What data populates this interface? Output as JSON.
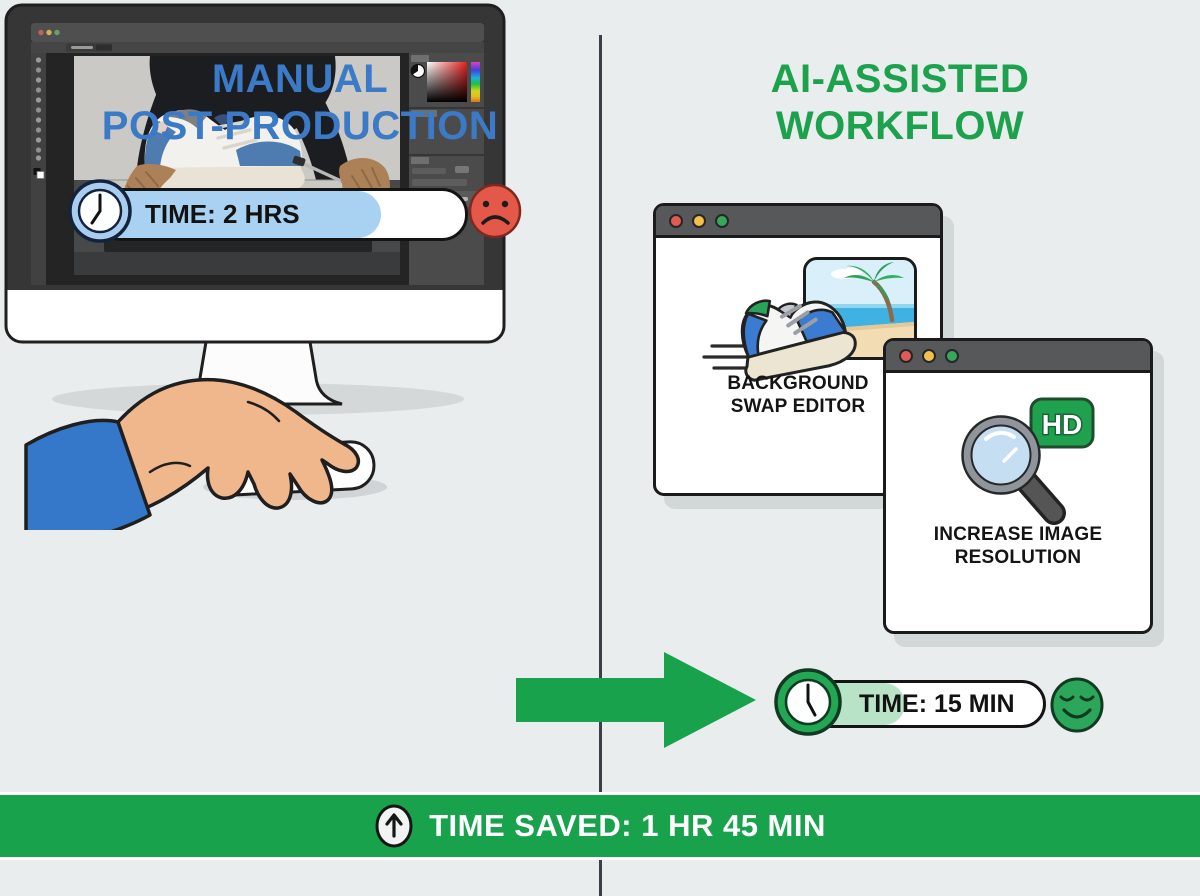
{
  "left": {
    "title_line1": "MANUAL",
    "title_line2": "POST-PRODUCTION",
    "title_color": "#3B7AC6",
    "time_pill": {
      "label": "TIME: 2 HRS",
      "fill_color": "#A9D1F1",
      "fill_percent": 78
    },
    "mood": "sad",
    "mood_color": "#E4584A",
    "icons": [
      "clock-icon",
      "sad-face-icon"
    ]
  },
  "right": {
    "title_line1": "AI-ASSISTED",
    "title_line2": "WORKFLOW",
    "title_color": "#1CA24D",
    "time_pill": {
      "label": "TIME: 15 MIN",
      "fill_color": "#B9E3C6",
      "fill_percent": 45
    },
    "mood": "happy",
    "mood_color": "#2BA65B",
    "window1": {
      "label_line1": "BACKGROUND",
      "label_line2": "SWAP EDITOR"
    },
    "window2": {
      "label_line1": "INCREASE IMAGE",
      "label_line2": "RESOLUTION",
      "badge": "HD"
    },
    "icons": [
      "clock-icon",
      "smiley-face-icon",
      "magnifier-icon",
      "hd-badge",
      "beach-thumbnail",
      "sneaker-illustration"
    ]
  },
  "flow_arrow": {
    "icon": "arrow-right-icon",
    "color": "#17A24B"
  },
  "banner": {
    "label": "TIME SAVED: 1 HR 45 MIN",
    "color": "#17A24B",
    "icon": "up-arrow-icon"
  },
  "layout_colors": {
    "background": "#E9EDEE",
    "divider": "#3A4046",
    "window_shadow": "#D2D7D8"
  }
}
